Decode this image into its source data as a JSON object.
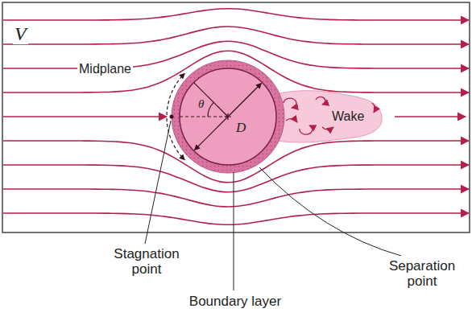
{
  "diagram": {
    "labels": [
      "V",
      "Midplane",
      "θ",
      "D",
      "Wake",
      "Stagnation point",
      "Boundary layer",
      "Separation point"
    ]
  }
}
